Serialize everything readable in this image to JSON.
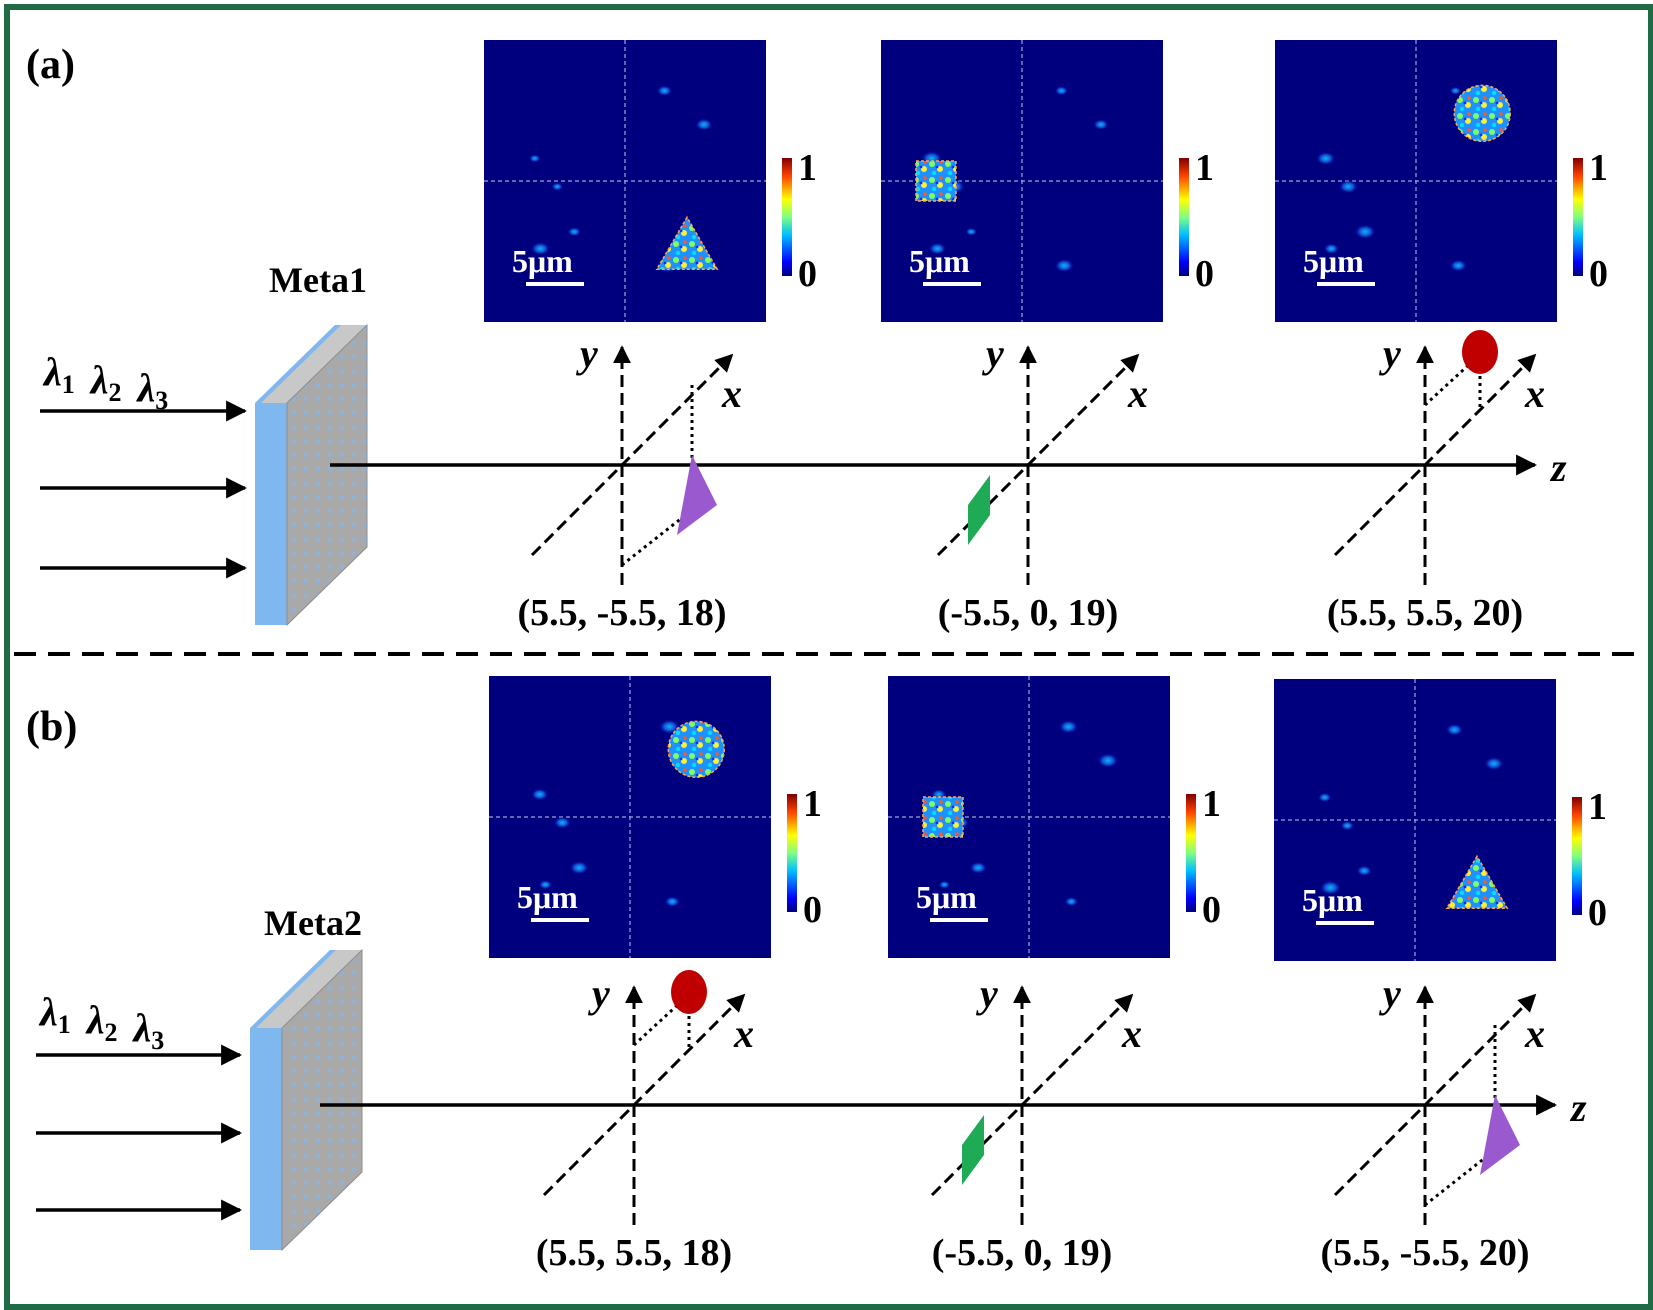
{
  "colors": {
    "frame": "#1f6b46",
    "field_background": "#00007f",
    "triangle": "#9b59d0",
    "square": "#1faa55",
    "circle": "#c00000",
    "metasurface_front": "#7fb8ee",
    "metasurface_body": "#a9a9a9"
  },
  "wavelength_parts": {
    "symbol": "λ",
    "subs": [
      "1",
      "2",
      "3"
    ]
  },
  "scale_bar_label": "5μm",
  "colorbar": {
    "max": "1",
    "min": "0"
  },
  "axis_labels": {
    "x": "x",
    "y": "y",
    "z": "z"
  },
  "panels": [
    {
      "label": "(a)",
      "metasurface": "Meta1",
      "planes": [
        {
          "coord": "(5.5, -5.5, 18)",
          "shape": "triangle",
          "quadrant": "bottom-right"
        },
        {
          "coord": "(-5.5, 0, 19)",
          "shape": "square",
          "quadrant": "left"
        },
        {
          "coord": "(5.5, 5.5, 20)",
          "shape": "circle",
          "quadrant": "top-right"
        }
      ]
    },
    {
      "label": "(b)",
      "metasurface": "Meta2",
      "planes": [
        {
          "coord": "(5.5, 5.5, 18)",
          "shape": "circle",
          "quadrant": "top-right"
        },
        {
          "coord": "(-5.5, 0, 19)",
          "shape": "square",
          "quadrant": "left"
        },
        {
          "coord": "(5.5, -5.5, 20)",
          "shape": "triangle",
          "quadrant": "bottom-right"
        }
      ]
    }
  ]
}
